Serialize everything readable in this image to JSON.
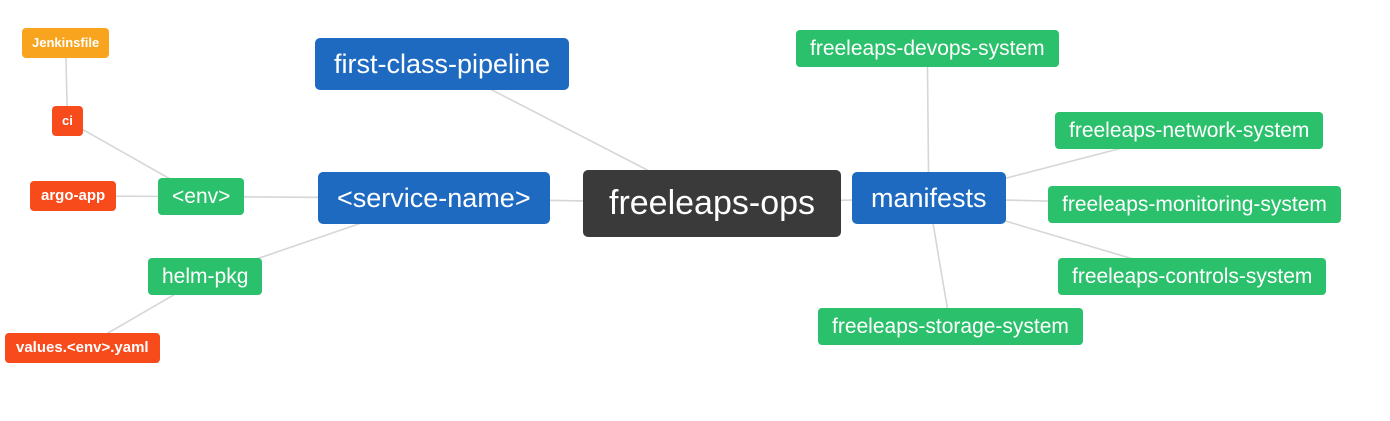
{
  "diagram": {
    "background": "#ffffff",
    "edge_color": "#d6d6d6",
    "palette": {
      "blue": "#1e6ac1",
      "green": "#2bc06b",
      "red_orange": "#f74b1c",
      "amber": "#f8a41f",
      "dark": "#3a3a3a"
    },
    "nodes": {
      "jenkinsfile": {
        "label": "Jenkinsfile",
        "color": "#f8a41f"
      },
      "ci": {
        "label": "ci",
        "color": "#f74b1c"
      },
      "argo_app": {
        "label": "argo-app",
        "color": "#f74b1c"
      },
      "env": {
        "label": "<env>",
        "color": "#2bc06b"
      },
      "first_class_pipeline": {
        "label": "first-class-pipeline",
        "color": "#1e6ac1"
      },
      "service_name": {
        "label": "<service-name>",
        "color": "#1e6ac1"
      },
      "helm_pkg": {
        "label": "helm-pkg",
        "color": "#2bc06b"
      },
      "values_env_yaml": {
        "label": "values.<env>.yaml",
        "color": "#f74b1c"
      },
      "freeleaps_ops": {
        "label": "freeleaps-ops",
        "color": "#3a3a3a"
      },
      "manifests": {
        "label": "manifests",
        "color": "#1e6ac1"
      },
      "devops_system": {
        "label": "freeleaps-devops-system",
        "color": "#2bc06b"
      },
      "network_system": {
        "label": "freeleaps-network-system",
        "color": "#2bc06b"
      },
      "monitoring_system": {
        "label": "freeleaps-monitoring-system",
        "color": "#2bc06b"
      },
      "controls_system": {
        "label": "freeleaps-controls-system",
        "color": "#2bc06b"
      },
      "storage_system": {
        "label": "freeleaps-storage-system",
        "color": "#2bc06b"
      }
    },
    "edges": [
      [
        "jenkinsfile",
        "ci"
      ],
      [
        "ci",
        "env"
      ],
      [
        "argo_app",
        "env"
      ],
      [
        "env",
        "service_name"
      ],
      [
        "helm_pkg",
        "service_name"
      ],
      [
        "values_env_yaml",
        "helm_pkg"
      ],
      [
        "first_class_pipeline",
        "freeleaps_ops"
      ],
      [
        "service_name",
        "freeleaps_ops"
      ],
      [
        "freeleaps_ops",
        "manifests"
      ],
      [
        "manifests",
        "devops_system"
      ],
      [
        "manifests",
        "network_system"
      ],
      [
        "manifests",
        "monitoring_system"
      ],
      [
        "manifests",
        "controls_system"
      ],
      [
        "manifests",
        "storage_system"
      ]
    ]
  }
}
